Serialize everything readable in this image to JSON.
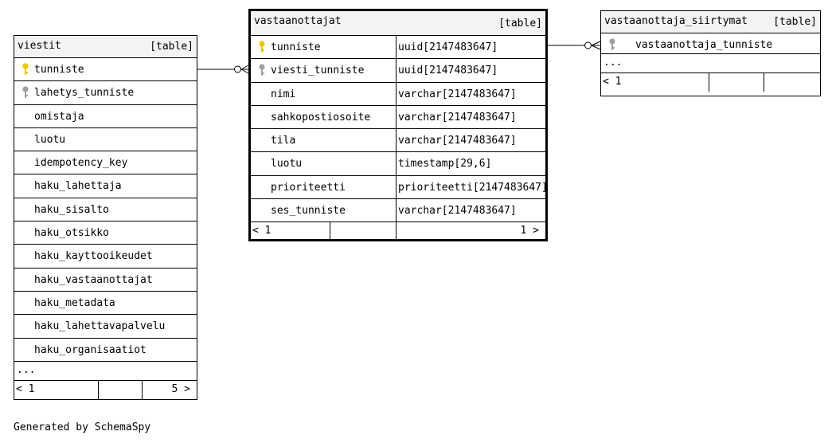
{
  "tables": {
    "viestit": {
      "name": "viestit",
      "kind": "[table]",
      "columns": [
        {
          "name": "tunniste",
          "key": "primary"
        },
        {
          "name": "lahetys_tunniste",
          "key": "foreign"
        },
        {
          "name": "omistaja",
          "key": ""
        },
        {
          "name": "luotu",
          "key": ""
        },
        {
          "name": "idempotency_key",
          "key": ""
        },
        {
          "name": "haku_lahettaja",
          "key": ""
        },
        {
          "name": "haku_sisalto",
          "key": ""
        },
        {
          "name": "haku_otsikko",
          "key": ""
        },
        {
          "name": "haku_kayttooikeudet",
          "key": ""
        },
        {
          "name": "haku_vastaanottajat",
          "key": ""
        },
        {
          "name": "haku_metadata",
          "key": ""
        },
        {
          "name": "haku_lahettavapalvelu",
          "key": ""
        },
        {
          "name": "haku_organisaatiot",
          "key": ""
        }
      ],
      "more": "...",
      "footer_left": "< 1",
      "footer_right": "5 >"
    },
    "vastaanottajat": {
      "name": "vastaanottajat",
      "kind": "[table]",
      "columns": [
        {
          "name": "tunniste",
          "type": "uuid[2147483647]",
          "key": "primary"
        },
        {
          "name": "viesti_tunniste",
          "type": "uuid[2147483647]",
          "key": "foreign"
        },
        {
          "name": "nimi",
          "type": "varchar[2147483647]",
          "key": ""
        },
        {
          "name": "sahkopostiosoite",
          "type": "varchar[2147483647]",
          "key": ""
        },
        {
          "name": "tila",
          "type": "varchar[2147483647]",
          "key": ""
        },
        {
          "name": "luotu",
          "type": "timestamp[29,6]",
          "key": ""
        },
        {
          "name": "prioriteetti",
          "type": "prioriteetti[2147483647]",
          "key": ""
        },
        {
          "name": "ses_tunniste",
          "type": "varchar[2147483647]",
          "key": ""
        }
      ],
      "footer_left": "< 1",
      "footer_right": "1 >"
    },
    "vastaanottaja_siirtymat": {
      "name": "vastaanottaja_siirtymat",
      "kind": "[table]",
      "columns": [
        {
          "name": "vastaanottaja_tunniste",
          "key": "foreign"
        }
      ],
      "more": "...",
      "footer_left": "< 1",
      "footer_right": ""
    }
  },
  "relationships": [
    {
      "from": "viestit.tunniste",
      "to": "vastaanottajat.viesti_tunniste",
      "notation": "one-to-zero-or-many"
    },
    {
      "from": "vastaanottajat.tunniste",
      "to": "vastaanottaja_siirtymat.vastaanottaja_tunniste",
      "notation": "one-to-zero-or-many"
    }
  ],
  "colors": {
    "primary_key": "#e8c800",
    "foreign_key": "#a0a0a0",
    "header_bg": "#f3f3f3",
    "border": "#000000"
  },
  "credit": "Generated by SchemaSpy"
}
